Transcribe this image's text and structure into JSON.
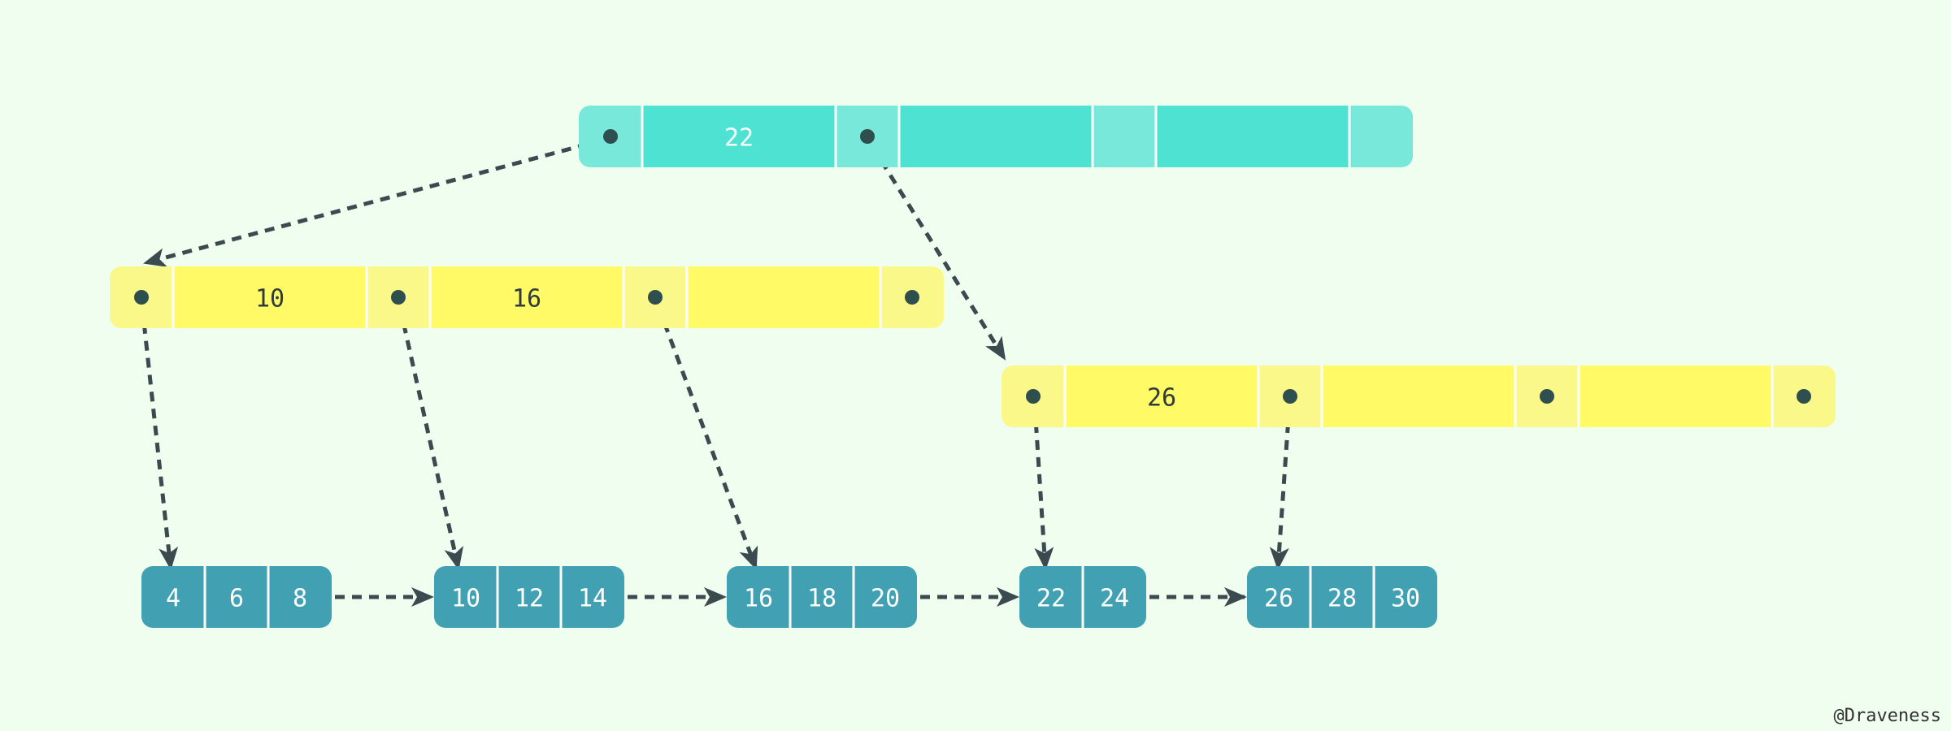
{
  "colors": {
    "background": "#f0fef0",
    "root_key": "#4de2d2",
    "root_pointer": "#77e8da",
    "internal_key": "#fffa66",
    "internal_pointer": "#fbf88a",
    "leaf": "#41a1b2",
    "leaf_text": "#ffffff",
    "arrow": "#2f4f4f",
    "dot": "#2f4f4f",
    "key_text_dark": "#2f3a3a",
    "key_text_light": "#ffffff"
  },
  "tree": {
    "root": {
      "keys": [
        "22",
        "",
        ""
      ]
    },
    "internal_left": {
      "keys": [
        "10",
        "16",
        ""
      ]
    },
    "internal_right": {
      "keys": [
        "26",
        "",
        ""
      ]
    },
    "leaves": [
      {
        "keys": [
          "4",
          "6",
          "8"
        ]
      },
      {
        "keys": [
          "10",
          "12",
          "14"
        ]
      },
      {
        "keys": [
          "16",
          "18",
          "20"
        ]
      },
      {
        "keys": [
          "22",
          "24"
        ]
      },
      {
        "keys": [
          "26",
          "28",
          "30"
        ]
      }
    ]
  },
  "credit": "@Draveness"
}
